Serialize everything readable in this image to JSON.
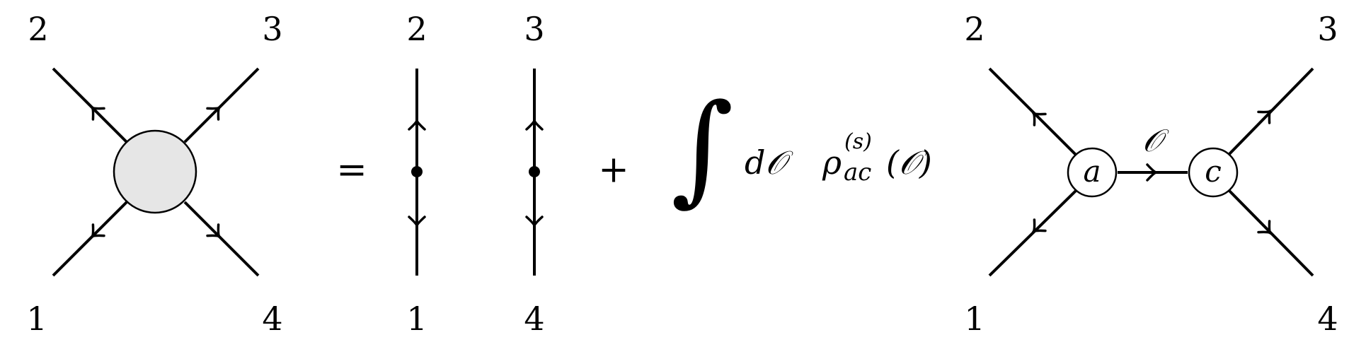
{
  "left_diagram": {
    "labels": {
      "top_left": "2",
      "top_right": "3",
      "bottom_left": "1",
      "bottom_right": "4"
    },
    "blob_color": "#e6e6e6"
  },
  "equals_sign": "=",
  "middle_diagram": {
    "labels": {
      "top_left": "2",
      "top_right": "3",
      "bottom_left": "1",
      "bottom_right": "4"
    }
  },
  "plus_sign": "+",
  "integral": {
    "symbol": "∫",
    "measure": "d𝒪",
    "density": "ρ",
    "density_superscript": "(s)",
    "density_subscript": "ac",
    "argument": "(𝒪)"
  },
  "right_diagram": {
    "labels": {
      "top_left": "2",
      "top_right": "3",
      "bottom_left": "1",
      "bottom_right": "4"
    },
    "vertex_left": "a",
    "vertex_right": "c",
    "exchanged_operator": "𝒪"
  }
}
